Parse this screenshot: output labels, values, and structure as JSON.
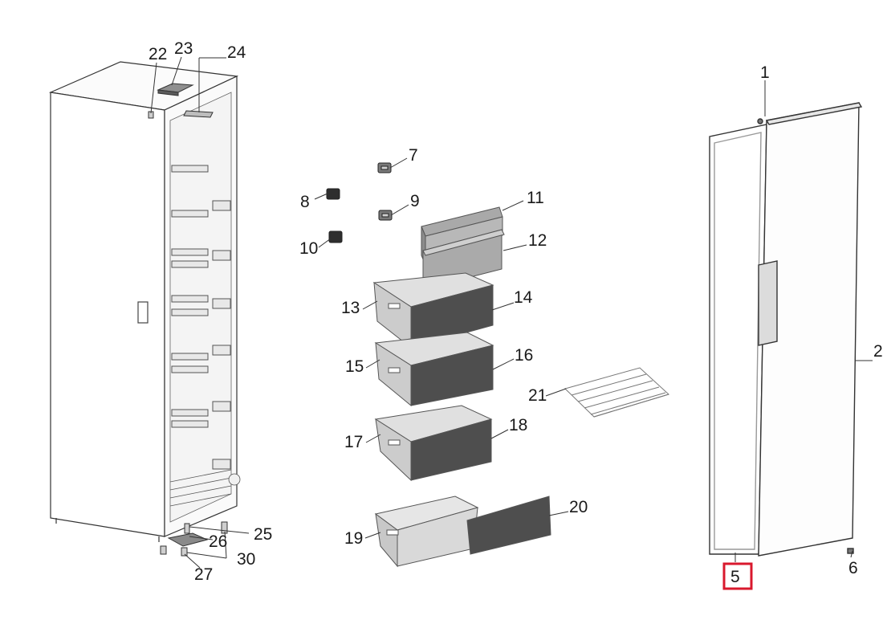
{
  "diagram": {
    "callouts": [
      "1",
      "2",
      "5",
      "6",
      "7",
      "8",
      "9",
      "10",
      "11",
      "12",
      "13",
      "14",
      "15",
      "16",
      "17",
      "18",
      "19",
      "20",
      "21",
      "22",
      "23",
      "24",
      "25",
      "26",
      "27",
      "30"
    ],
    "highlighted_callout": "5",
    "highlight_color": "#d9182d",
    "parts": {
      "cabinet": "cabinet-body",
      "door": "door-panel",
      "gasket": "door-gasket",
      "drawers": [
        "drawer-13-14",
        "drawer-15-16",
        "drawer-17-18",
        "drawer-19-20"
      ],
      "wire_shelf": "wire-shelf-21",
      "top_cover": "top-cover-23"
    }
  }
}
